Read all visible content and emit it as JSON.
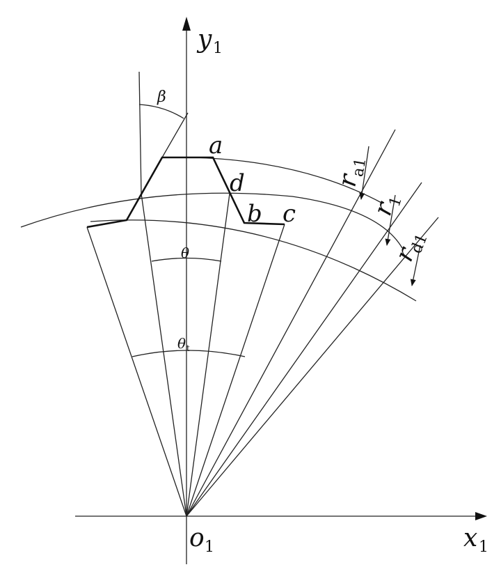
{
  "axes": {
    "x_label": "x",
    "x_sub": "1",
    "y_label": "y",
    "y_sub": "1",
    "origin_label": "o",
    "origin_sub": "1"
  },
  "points": {
    "a": "a",
    "b": "b",
    "c": "c",
    "d": "d"
  },
  "angles": {
    "beta": "β",
    "theta": "θ",
    "theta_t": "θ",
    "theta_t_sub": "t"
  },
  "radii": {
    "ra_label": "r",
    "ra_sub": "a1",
    "r1_label": "r",
    "r1_sub": "1",
    "rd_label": "r",
    "rd_sub": "d1"
  }
}
